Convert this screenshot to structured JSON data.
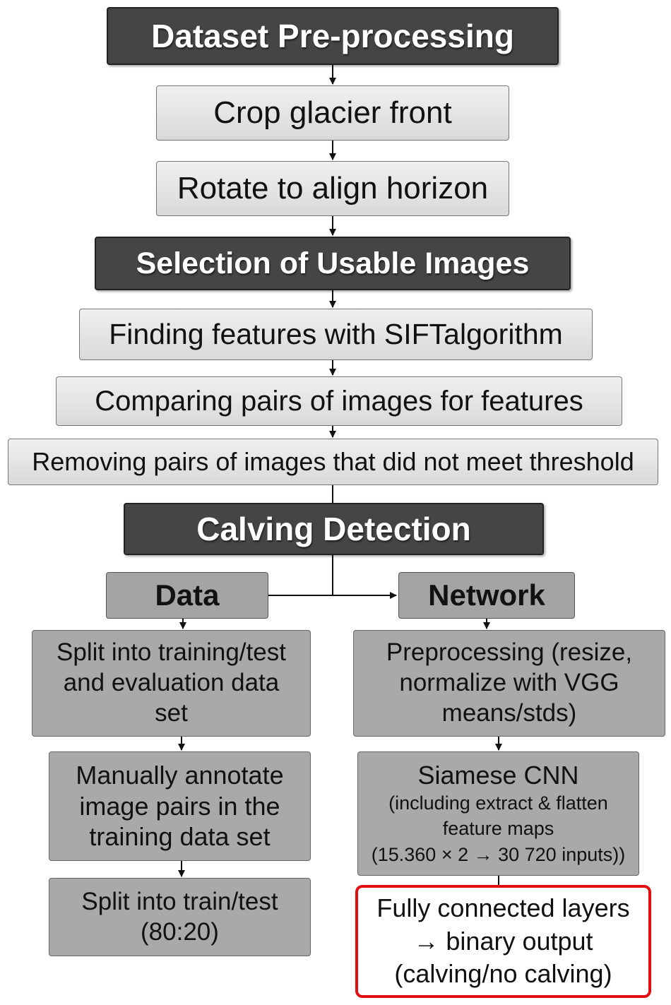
{
  "sections": {
    "preprocessing": "Dataset Pre-processing",
    "selection": "Selection of Usable Images",
    "calving": "Calving Detection"
  },
  "steps": {
    "crop": "Crop glacier front",
    "rotate": "Rotate to align horizon",
    "sift": "Finding features with SIFTalgorithm",
    "compare": "Comparing pairs of images for features",
    "remove": "Removing pairs of images that did not meet threshold"
  },
  "branches": {
    "data": "Data",
    "network": "Network"
  },
  "data_steps": {
    "split_eval": [
      "Split into training/test",
      "and evaluation data",
      "set"
    ],
    "annotate": [
      "Manually annotate",
      "image pairs in the",
      "training data set"
    ],
    "split_train": [
      "Split into train/test",
      "(80:20)"
    ]
  },
  "network_steps": {
    "preprocess": [
      "Preprocessing (resize,",
      "normalize with VGG",
      "means/stds)"
    ],
    "siamese_title": "Siamese CNN",
    "siamese_detail": [
      "(including extract & flatten",
      "feature maps",
      "(15.360 × 2 → 30 720 inputs))"
    ],
    "fc": [
      "Fully connected layers",
      "→ binary output",
      "(calving/no calving)"
    ]
  },
  "colors": {
    "header_bg": "#454545",
    "light_box": "#dedede",
    "mid_box": "#a9a9a9",
    "highlight_border": "#e01010"
  }
}
